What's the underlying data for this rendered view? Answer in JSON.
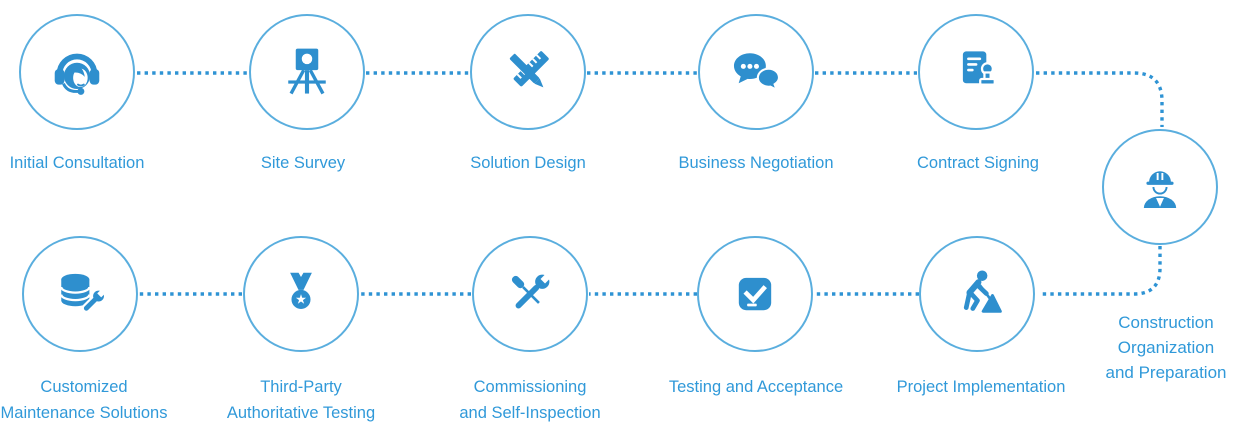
{
  "diagram": {
    "name": "service-process-flow",
    "colors": {
      "icon_blue": "#2e8fce",
      "text_blue": "#3099d9",
      "circle_ring_blue": "#5aaede",
      "connector_dot_blue": "#2e93d4",
      "background": "#ffffff"
    },
    "steps": {
      "top_row": [
        {
          "label": "Initial Consultation",
          "lines": [
            "Initial Consultation"
          ],
          "icon": "headset-agent-icon"
        },
        {
          "label": "Site Survey",
          "lines": [
            "Site Survey"
          ],
          "icon": "survey-tripod-icon"
        },
        {
          "label": "Solution Design",
          "lines": [
            "Solution Design"
          ],
          "icon": "ruler-pencil-icon"
        },
        {
          "label": "Business Negotiation",
          "lines": [
            "Business Negotiation"
          ],
          "icon": "chat-bubbles-icon"
        },
        {
          "label": "Contract Signing",
          "lines": [
            "Contract Signing"
          ],
          "icon": "contract-stamp-icon"
        }
      ],
      "right": {
        "label": "Construction Organization and Preparation",
        "lines": [
          "Construction",
          "Organization",
          "and Preparation"
        ],
        "icon": "construction-worker-icon"
      },
      "bottom_row": [
        {
          "label": "Customized Maintenance Solutions",
          "lines": [
            "Customized",
            "Maintenance Solutions"
          ],
          "icon": "database-wrench-icon"
        },
        {
          "label": "Third-Party Authoritative Testing",
          "lines": [
            "Third-Party",
            "Authoritative Testing"
          ],
          "icon": "medal-star-icon"
        },
        {
          "label": "Commissioning and Self-Inspection",
          "lines": [
            "Commissioning",
            "and Self-Inspection"
          ],
          "icon": "wrench-screwdriver-icon"
        },
        {
          "label": "Testing and Acceptance",
          "lines": [
            "Testing and Acceptance"
          ],
          "icon": "checkbox-check-icon"
        },
        {
          "label": "Project Implementation",
          "lines": [
            "Project Implementation"
          ],
          "icon": "worker-digging-icon"
        }
      ]
    }
  }
}
